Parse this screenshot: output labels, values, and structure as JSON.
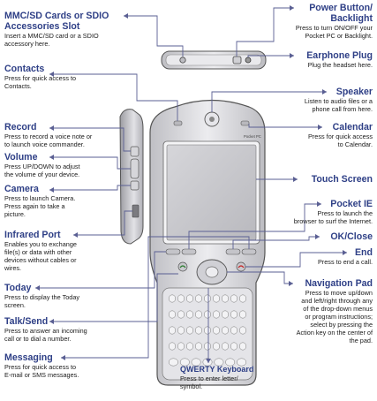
{
  "colors": {
    "heading": "#2e3f86",
    "leader": "#5a5f93",
    "device_body": "#d9d9dd",
    "screen": "#c9c9cd",
    "keyboard": "#e4e4e8"
  },
  "device": {
    "brand_text": "Pocket PC"
  },
  "labels": {
    "mmc_sd": {
      "title": "MMC/SD Cards or SDIO",
      "title2": "Accessories Slot",
      "desc": [
        "Insert a MMC/SD card or a SDIO",
        "accessory here."
      ]
    },
    "contacts": {
      "title": "Contacts",
      "desc": [
        "Press for quick access to",
        "Contacts."
      ]
    },
    "record": {
      "title": "Record",
      "desc": [
        "Press to record a voice note or",
        "to launch voice commander."
      ]
    },
    "volume": {
      "title": "Volume",
      "desc": [
        "Press UP/DOWN to adjust",
        "the volume of your device."
      ]
    },
    "camera": {
      "title": "Camera",
      "desc": [
        "Press to launch Camera.",
        "Press again to take a",
        "picture."
      ]
    },
    "infrared": {
      "title": "Infrared Port",
      "desc": [
        "Enables you to exchange",
        "file(s) or data with other",
        "devices without cables or",
        "wires."
      ]
    },
    "today": {
      "title": "Today",
      "desc": [
        "Press to display the Today",
        "screen."
      ]
    },
    "talk_send": {
      "title": "Talk/Send",
      "desc": [
        "Press to answer an incoming",
        "call or to dial a number."
      ]
    },
    "messaging": {
      "title": "Messaging",
      "desc": [
        "Press for quick access to",
        "E-mail or SMS messages."
      ]
    },
    "power": {
      "title": "Power Button/",
      "title2": "Backlight",
      "desc": [
        "Press to turn ON/OFF your",
        "Pocket PC or Backlight."
      ]
    },
    "earphone": {
      "title": "Earphone Plug",
      "desc": [
        "Plug the headset here."
      ]
    },
    "speaker": {
      "title": "Speaker",
      "desc": [
        "Listen to audio files or a",
        "phone call from here."
      ]
    },
    "calendar": {
      "title": "Calendar",
      "desc": [
        "Press for quick access",
        "to Calendar."
      ]
    },
    "touch": {
      "title": "Touch Screen"
    },
    "pocket_ie": {
      "title": "Pocket IE",
      "desc": [
        "Press to launch the",
        "browser to surf the Internet."
      ]
    },
    "ok_close": {
      "title": "OK/Close"
    },
    "end": {
      "title": "End",
      "desc": [
        "Press to end a call."
      ]
    },
    "nav_pad": {
      "title": "Navigation Pad",
      "desc": [
        "Press to move up/down",
        "and left/right through any",
        "of the drop-down menus",
        "or program instructions;",
        "select by pressing the",
        "Action key on the center of",
        "the pad."
      ]
    },
    "qwerty": {
      "title": "QWERTY Keyboard",
      "desc": [
        "Press to enter letter/",
        "symbol."
      ]
    }
  }
}
